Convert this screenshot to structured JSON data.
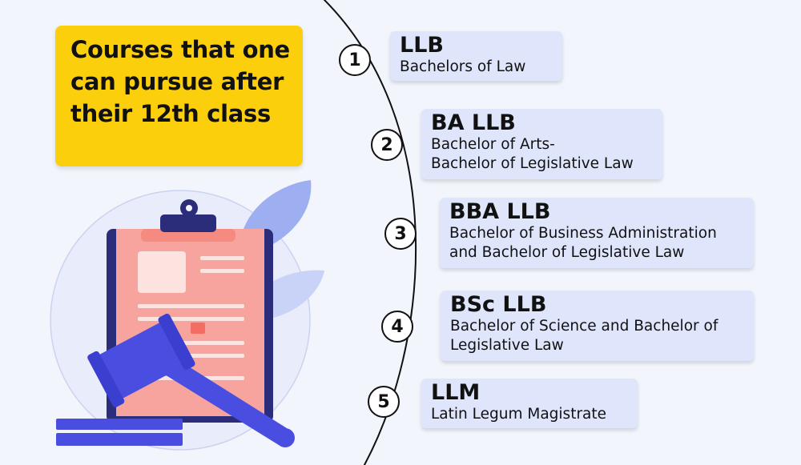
{
  "title": "Courses that one can pursue after their 12th class",
  "colors": {
    "background": "#f3f5fd",
    "title_box": "#fbcf0c",
    "card": "#dfe5fb",
    "gavel": "#4a4ee0",
    "clipboard": "#f6a49d"
  },
  "illustration": {
    "icons": [
      "clipboard-icon",
      "gavel-icon",
      "leaf-icon"
    ]
  },
  "courses": [
    {
      "number": "1",
      "abbr": "LLB",
      "full": "Bachelors of Law"
    },
    {
      "number": "2",
      "abbr": "BA LLB",
      "full": "Bachelor of Arts-\nBachelor of Legislative Law"
    },
    {
      "number": "3",
      "abbr": "BBA LLB",
      "full": "Bachelor of Business Administration\nand Bachelor of Legislative Law"
    },
    {
      "number": "4",
      "abbr": "BSc LLB",
      "full": "Bachelor of Science and Bachelor of\nLegislative Law"
    },
    {
      "number": "5",
      "abbr": "LLM",
      "full": "Latin Legum Magistrate"
    }
  ]
}
